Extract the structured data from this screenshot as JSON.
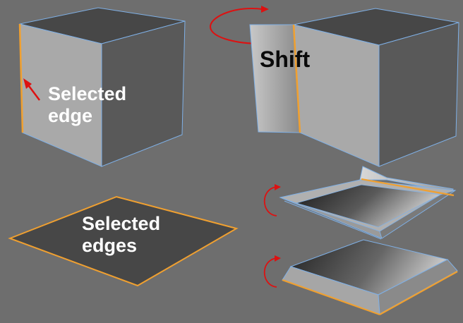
{
  "labels": {
    "selected_edge": [
      "Selected",
      "edge"
    ],
    "shift": "Shift",
    "selected_edges": [
      "Selected",
      "edges"
    ]
  },
  "colors": {
    "background": "#6e6e6e",
    "face_dark": "#474747",
    "face_side": "#595959",
    "face_light": "#a9a9a9",
    "wire_edge": "#7fb0e6",
    "selected_edge": "#f0a030",
    "arrow": "#dd1111",
    "label_text": "#ffffff",
    "shift_text": "#0a0a0a"
  }
}
